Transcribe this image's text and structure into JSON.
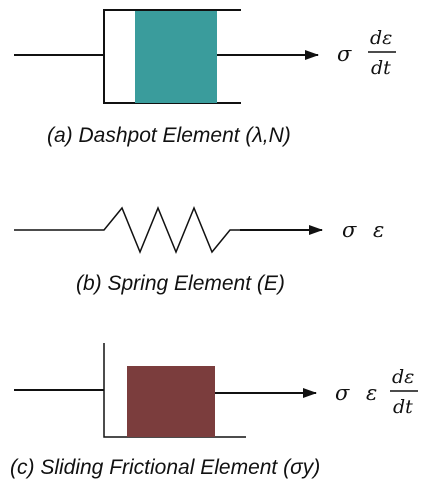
{
  "colors": {
    "dashpot_fill": "#3a9c9c",
    "friction_fill": "#7b3d3d",
    "stroke": "#111111"
  },
  "dashpot": {
    "caption": "(a) Dashpot Element (λ,N)",
    "stress_symbol": "σ",
    "rate_numerator": "dε",
    "rate_denominator": "dt"
  },
  "spring": {
    "caption": "(b) Spring Element (E)",
    "stress_symbol": "σ",
    "strain_symbol": "ε"
  },
  "friction": {
    "caption": "(c) Sliding Frictional Element (σy)",
    "stress_symbol": "σ",
    "strain_symbol": "ε",
    "rate_numerator": "dε",
    "rate_denominator": "dt"
  }
}
